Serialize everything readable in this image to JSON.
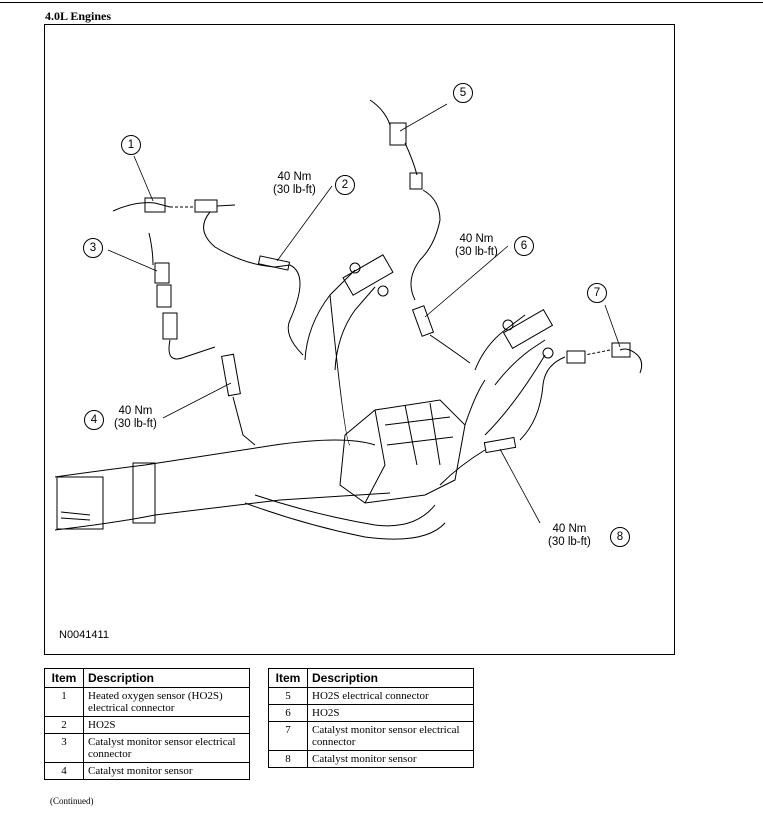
{
  "heading": "4.0L Engines",
  "figure": {
    "id": "N0041411",
    "callouts": [
      {
        "num": "1",
        "torque": "",
        "torque_imp": ""
      },
      {
        "num": "2",
        "torque": "40 Nm",
        "torque_imp": "(30 lb-ft)"
      },
      {
        "num": "3",
        "torque": "",
        "torque_imp": ""
      },
      {
        "num": "4",
        "torque": "40 Nm",
        "torque_imp": "(30 lb-ft)"
      },
      {
        "num": "5",
        "torque": "",
        "torque_imp": ""
      },
      {
        "num": "6",
        "torque": "40 Nm",
        "torque_imp": "(30 lb-ft)"
      },
      {
        "num": "7",
        "torque": "",
        "torque_imp": ""
      },
      {
        "num": "8",
        "torque": "40 Nm",
        "torque_imp": "(30 lb-ft)"
      }
    ]
  },
  "legend": {
    "header_item": "Item",
    "header_description": "Description",
    "left": [
      {
        "item": "1",
        "description": "Heated oxygen sensor (HO2S) electrical connector"
      },
      {
        "item": "2",
        "description": "HO2S"
      },
      {
        "item": "3",
        "description": "Catalyst monitor sensor electrical connector"
      },
      {
        "item": "4",
        "description": "Catalyst monitor sensor"
      }
    ],
    "right": [
      {
        "item": "5",
        "description": "HO2S electrical connector"
      },
      {
        "item": "6",
        "description": "HO2S"
      },
      {
        "item": "7",
        "description": "Catalyst monitor sensor electrical connector"
      },
      {
        "item": "8",
        "description": "Catalyst monitor sensor"
      }
    ]
  },
  "continued": "(Continued)"
}
